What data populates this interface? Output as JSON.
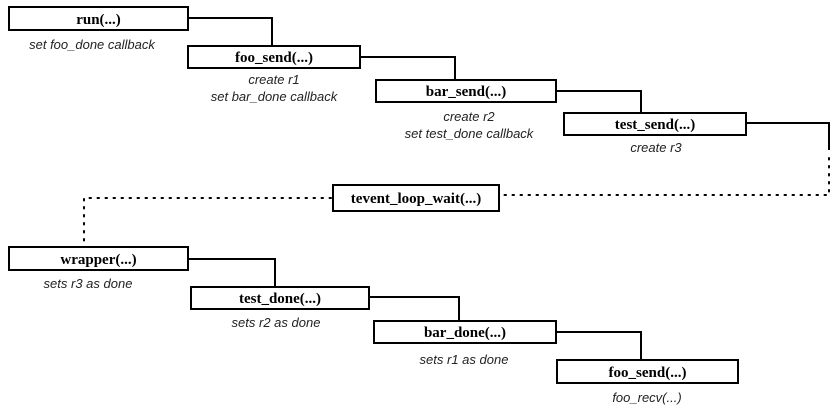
{
  "diagram": {
    "boxes": {
      "run": "run(...)",
      "foo_send": "foo_send(...)",
      "bar_send": "bar_send(...)",
      "test_send": "test_send(...)",
      "tevent_loop_wait": "tevent_loop_wait(...)",
      "wrapper": "wrapper(...)",
      "test_done": "test_done(...)",
      "bar_done": "bar_done(...)",
      "foo_send_return": "foo_send(...)"
    },
    "notes": {
      "run_1": "set foo_done callback",
      "foo_send_1": "create r1",
      "foo_send_2": "set bar_done callback",
      "bar_send_1": "create r2",
      "bar_send_2": "set test_done callback",
      "test_send_1": "create r3",
      "wrapper_1": "sets r3 as done",
      "test_done_1": "sets r2 as done",
      "bar_done_1": "sets r1 as done",
      "foo_send_return_1": "foo_recv(...)"
    }
  }
}
